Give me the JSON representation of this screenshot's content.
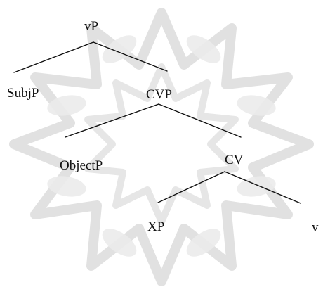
{
  "diagram": {
    "type": "syntax-tree",
    "nodes": {
      "vp": "vP",
      "subjp": "SubjP",
      "cvp": "CVP",
      "objectp": "ObjectP",
      "cv": "CV",
      "xp": "XP",
      "v": "v"
    }
  },
  "colors": {
    "ink": "#111111",
    "watermark": "#d9d9d9"
  }
}
